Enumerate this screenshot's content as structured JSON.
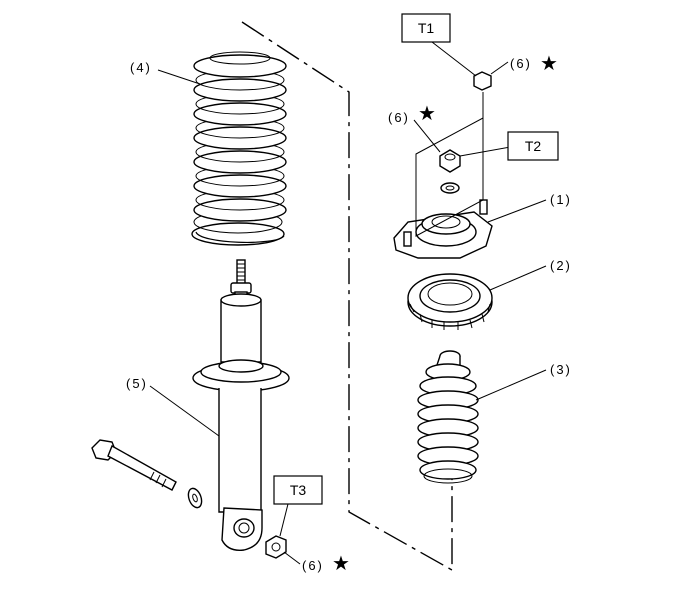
{
  "callouts": {
    "c1": "(1)",
    "c2": "(2)",
    "c3": "(3)",
    "c4": "(4)",
    "c5": "(5)",
    "c6_top": "(6)",
    "c6_mid": "(6)",
    "c6_bottom": "(6)"
  },
  "torque_tags": {
    "t1": "T1",
    "t2": "T2",
    "t3": "T3"
  },
  "marks": {
    "star": "★"
  }
}
